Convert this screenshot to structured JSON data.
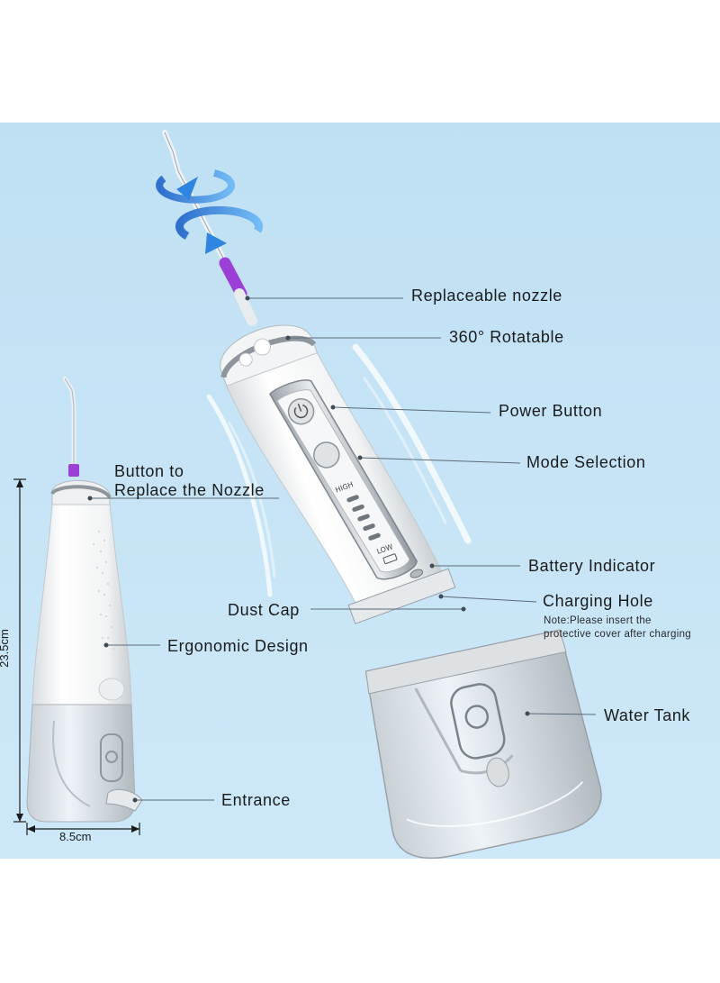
{
  "labels": {
    "replaceable_nozzle": "Replaceable nozzle",
    "rotatable": "360° Rotatable",
    "power_button": "Power Button",
    "mode_selection": "Mode Selection",
    "battery_indicator": "Battery Indicator",
    "charging_hole": "Charging Hole",
    "charging_note_line1": "Note:Please insert the",
    "charging_note_line2": "protective cover after charging",
    "water_tank": "Water Tank",
    "dust_cap": "Dust Cap",
    "button_replace_line1": "Button to",
    "button_replace_line2": "Replace the Nozzle",
    "ergonomic_design": "Ergonomic Design",
    "entrance": "Entrance"
  },
  "device_markings": {
    "high": "HIGH",
    "low": "LOW"
  },
  "dimensions": {
    "height": "23.5cm",
    "width": "8.5cm"
  },
  "colors": {
    "background_panel": "#c6e4f6",
    "device_body": "#f4f5f6",
    "chrome_trim": "#b9bec3",
    "nozzle_accent": "#9b3fd6",
    "arrow_blue": "#2e86e0",
    "leader_line": "#5b6b78"
  }
}
